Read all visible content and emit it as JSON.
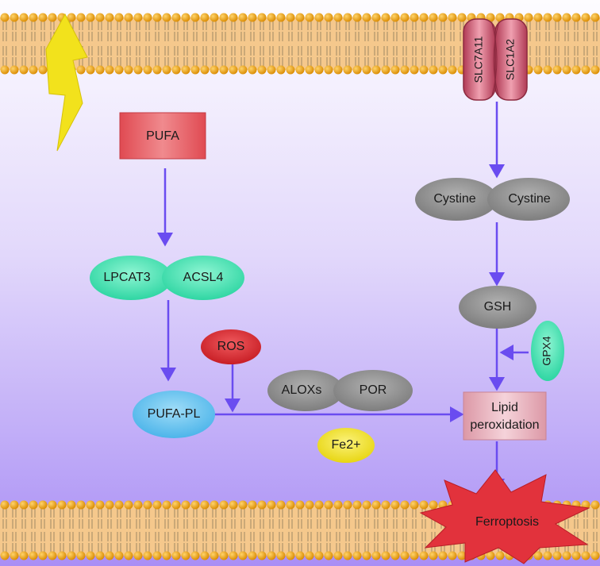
{
  "nodes": {
    "pufa": "PUFA",
    "lpcat3": "LPCAT3",
    "acsl4": "ACSL4",
    "pufa_pl": "PUFA-PL",
    "ros": "ROS",
    "aloxs": "ALOXs",
    "por": "POR",
    "fe2": "Fe2+",
    "slc7a11": "SLC7A11",
    "slc1a2": "SLC1A2",
    "cystine_1": "Cystine",
    "cystine_2": "Cystine",
    "gsh": "GSH",
    "gpx4": "GPX4",
    "lipid_line1": "Lipid",
    "lipid_line2": "peroxidation",
    "ferroptosis": "Ferroptosis"
  },
  "colors": {
    "background_top": "#fdfcff",
    "background_bottom": "#a98ef5",
    "membrane_tail": "#f5c88c",
    "membrane_head": "#f2a51a",
    "arrow": "#6a4cf0",
    "pufa_box": "#e4575b",
    "lipid_box": "#e9b3bc",
    "green_oval": "#3fe0b0",
    "blue_oval": "#5fc2ee",
    "red_oval": "#d7262c",
    "gray_oval": "#8e8e8e",
    "yellow_oval": "#f2e21c",
    "transporter": "#c9566e",
    "ferroptosis_star": "#e2323c",
    "lightning": "#f2e21c"
  },
  "icons": {
    "stimulus": "lightning-bolt-icon",
    "outcome": "explosion-star-icon"
  }
}
